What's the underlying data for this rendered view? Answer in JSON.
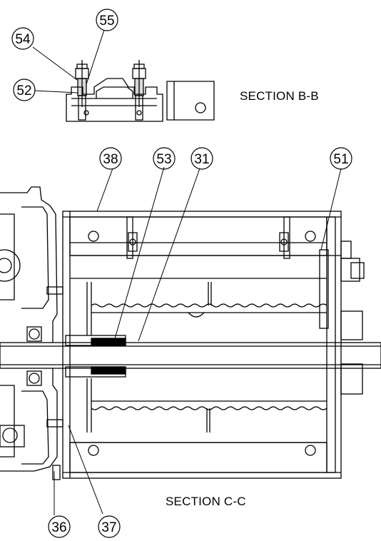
{
  "labels": {
    "section_b": "SECTION B-B",
    "section_c": "SECTION C-C"
  },
  "balloons": {
    "b54": "54",
    "b55": "55",
    "b52": "52",
    "b38": "38",
    "b53": "53",
    "b31": "31",
    "b51": "51",
    "b36": "36",
    "b37": "37"
  }
}
